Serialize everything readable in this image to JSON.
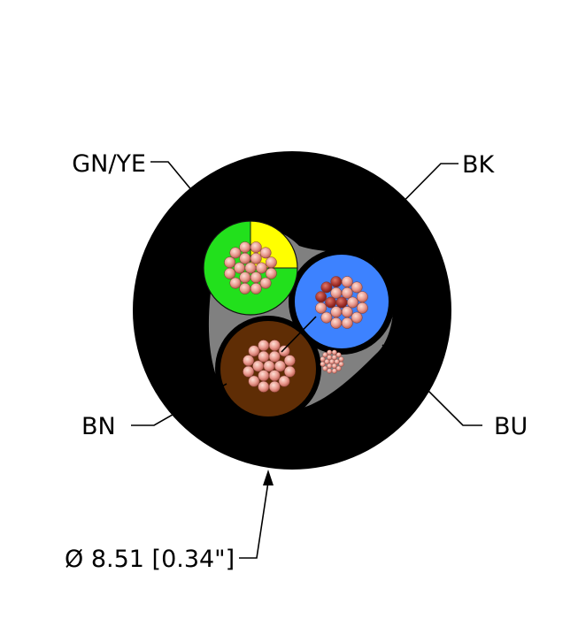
{
  "labels": {
    "gnye": "GN/YE",
    "bk": "BK",
    "bn": "BN",
    "bu": "BU",
    "diameter": "Ø 8.51 [0.34\"]"
  },
  "colors": {
    "jacket": "#000000",
    "filler": "#808080",
    "green": "#22e01c",
    "yellow": "#ffff00",
    "blue": "#3d82ff",
    "brown": "#5f2d05",
    "strand_light": "#f3b6a4",
    "strand_mid": "#e6918a",
    "strand_dark": "#a8302d"
  },
  "icons": {
    "dimension_arrow": "arrow-up-icon"
  }
}
